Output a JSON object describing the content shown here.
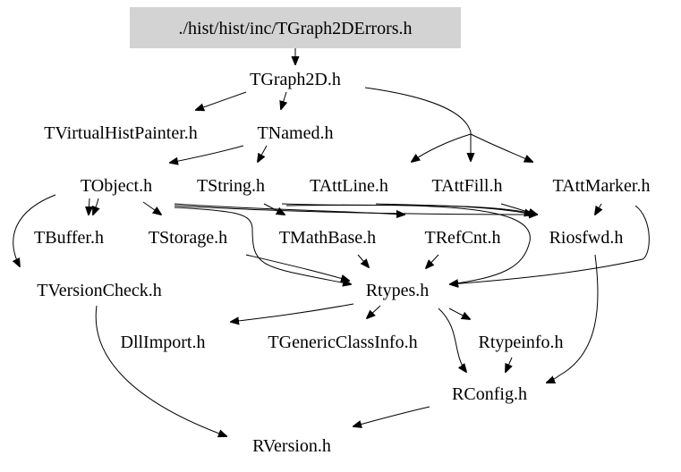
{
  "colors": {
    "background": "#ffffff",
    "root_fill": "#d3d3d3",
    "stroke": "#000000",
    "text": "#000000"
  },
  "graph": {
    "root": "./hist/hist/inc/TGraph2DErrors.h",
    "nodes": {
      "tgraph2d": "TGraph2D.h",
      "tvirtualhistpainter": "TVirtualHistPainter.h",
      "tnamed": "TNamed.h",
      "tobject": "TObject.h",
      "tstring": "TString.h",
      "tattline": "TAttLine.h",
      "tattfill": "TAttFill.h",
      "tattmarker": "TAttMarker.h",
      "tbuffer": "TBuffer.h",
      "tstorage": "TStorage.h",
      "tmathbase": "TMathBase.h",
      "trefcnt": "TRefCnt.h",
      "riosfwd": "Riosfwd.h",
      "tversioncheck": "TVersionCheck.h",
      "rtypes": "Rtypes.h",
      "dllimport": "DllImport.h",
      "tgenericclassinfo": "TGenericClassInfo.h",
      "rtypeinfo": "Rtypeinfo.h",
      "rconfig": "RConfig.h",
      "rversion": "RVersion.h"
    }
  }
}
